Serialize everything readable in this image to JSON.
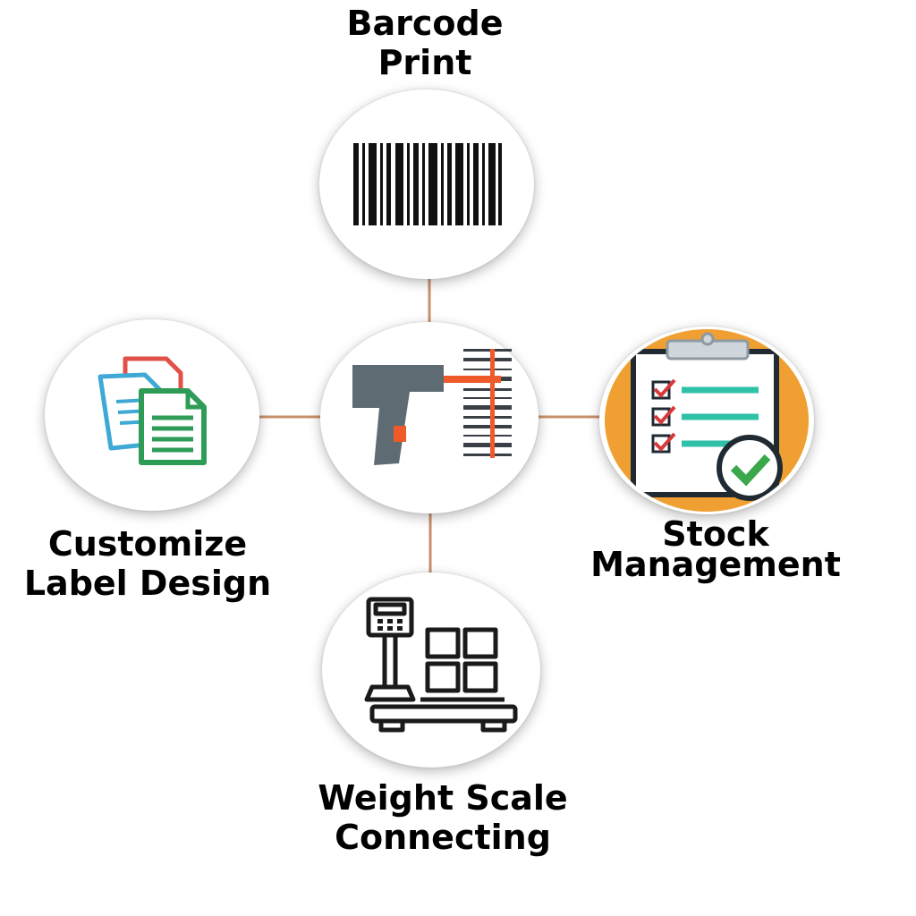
{
  "nodes": {
    "barcode_print": {
      "line1": "Barcode",
      "line2": "Print",
      "icon": "barcode-icon"
    },
    "center": {
      "icon": "barcode-scanner-icon"
    },
    "customize_label": {
      "line1": "Customize",
      "line2": "Label Design",
      "icon": "documents-icon"
    },
    "stock_management": {
      "line1": "Stock",
      "line2": "Management",
      "icon": "clipboard-checklist-icon"
    },
    "weight_scale": {
      "line1": "Weight Scale",
      "line2": "Connecting",
      "icon": "weighing-scale-icon"
    }
  },
  "colors": {
    "connector": "#c8906a",
    "scanner_body": "#5f6b72",
    "scanner_beam": "#ef5a2a",
    "doc_red": "#e2504a",
    "doc_blue": "#3fa9d6",
    "doc_green": "#2e9b56",
    "clipboard_orange": "#f0a032",
    "checklist_line": "#2fc0a8",
    "check_green": "#3aa84a",
    "check_red": "#d9383a"
  }
}
